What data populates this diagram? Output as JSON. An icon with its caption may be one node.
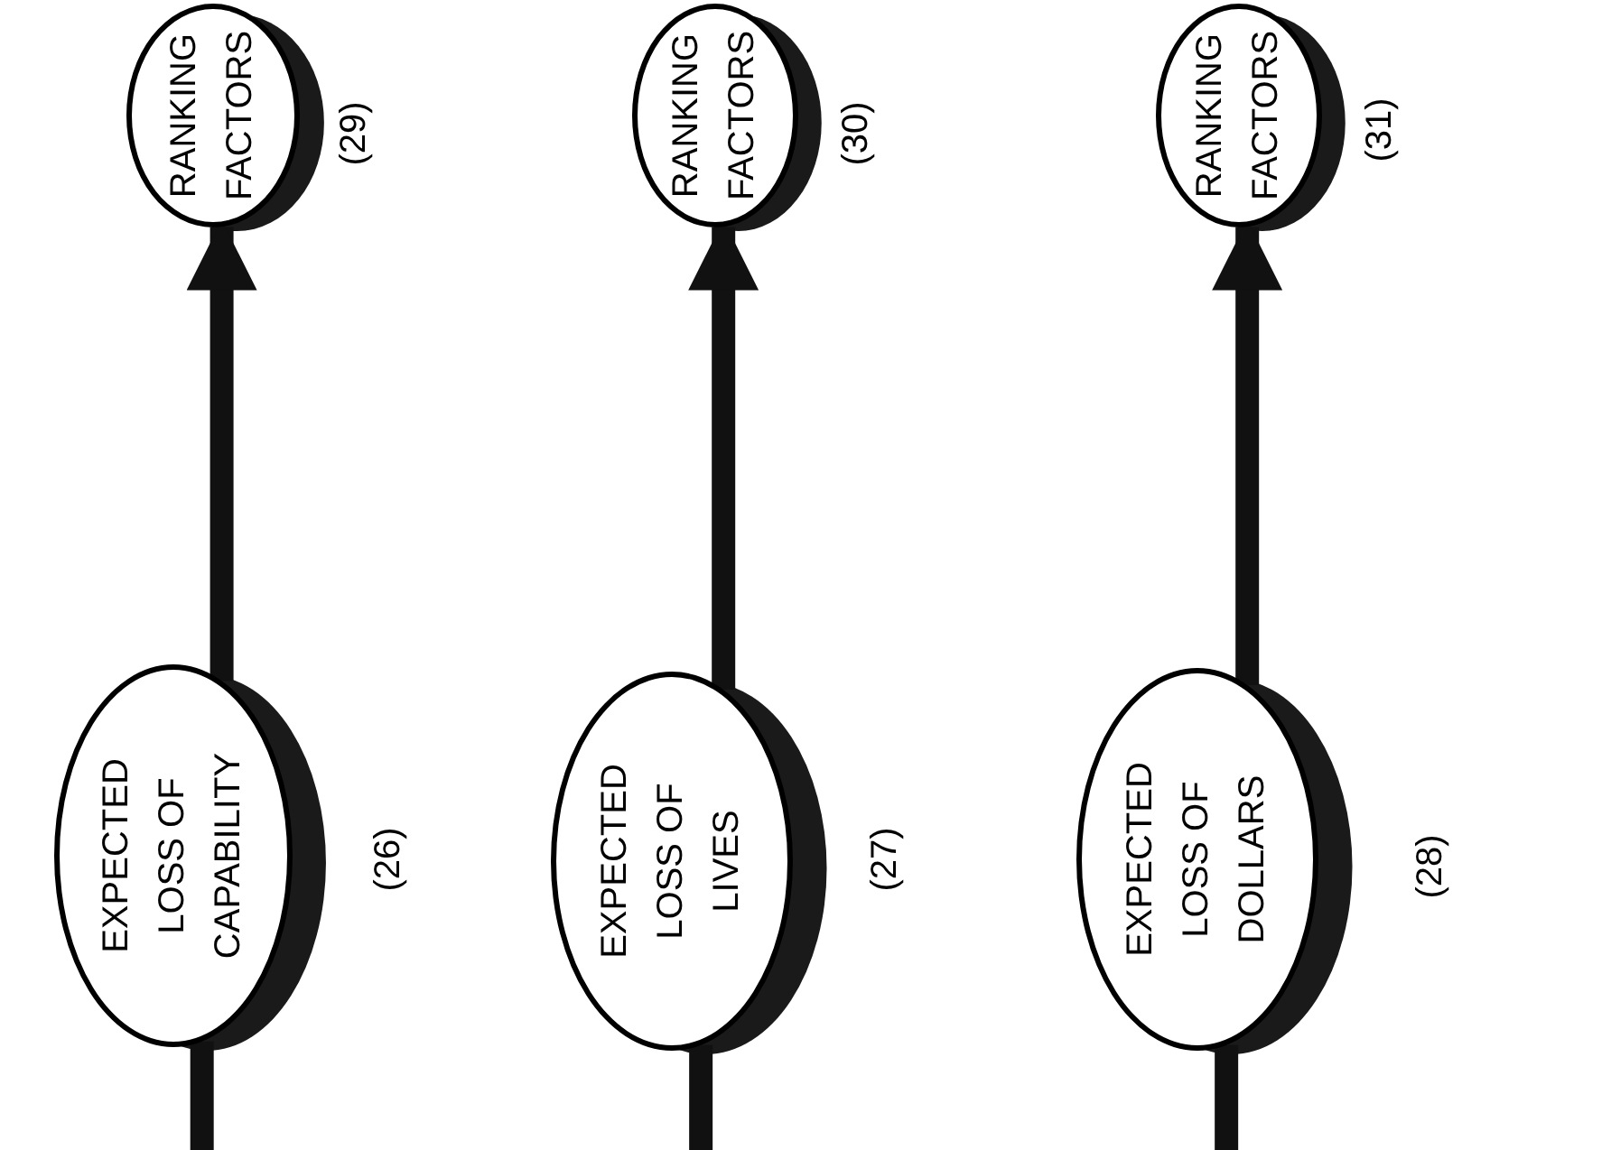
{
  "diagram": {
    "nodes": [
      {
        "text": [
          "EXPECTED LOSS OF CAPABILITY"
        ],
        "beside": [
          "(26)"
        ]
      },
      {
        "text": [
          "RANKING FACTORS"
        ],
        "beside": [
          "(29)"
        ]
      },
      {
        "text": [
          "EXPECTED LOSS OF LIVES"
        ],
        "beside": [
          "(27)"
        ]
      },
      {
        "text": [
          "RANKING FACTORS"
        ],
        "beside": [
          "(30)"
        ]
      },
      {
        "text": [
          "EXPECTED LOSS OF DOLLARS"
        ],
        "beside": [
          "(28)"
        ]
      },
      {
        "text": [
          "RANKING FACTORS"
        ],
        "beside": [
          "(31)"
        ]
      }
    ],
    "edges": [
      {
        "from": 0,
        "to": 1,
        "arrow": "to"
      },
      {
        "from": 2,
        "to": 3,
        "arrow": "to"
      },
      {
        "from": 4,
        "to": 5,
        "arrow": "to"
      },
      {
        "from": 0,
        "to": null,
        "arrow": "none"
      },
      {
        "from": 2,
        "to": null,
        "arrow": "none"
      },
      {
        "from": 4,
        "to": null,
        "arrow": "none"
      }
    ]
  }
}
